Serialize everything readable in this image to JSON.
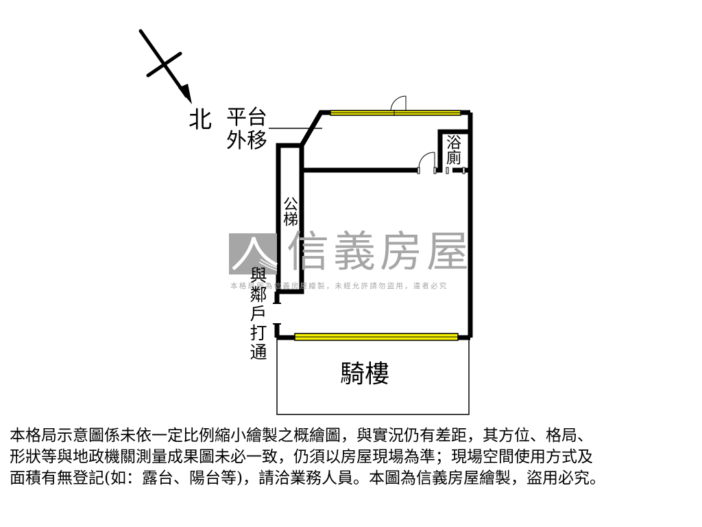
{
  "compass": {
    "label": "北",
    "icon": "north-arrow-icon"
  },
  "annotations": {
    "platform_moved_out": "平台外移",
    "public_stairs": "公梯",
    "bathroom": "浴廁",
    "connected_neighbor": "與鄰戶打通",
    "arcade": "騎樓"
  },
  "watermark": {
    "brand": "信義房屋",
    "notice": "本格局圖為信義房屋繪製，未經允許請勿盜用，違者必究"
  },
  "disclaimer": {
    "lines": [
      "本格局示意圖係未依一定比例縮小繪製之概繪圖，與實況仍有差距，其方位、格局、",
      "形狀等與地政機關測量成果圖未必一致，仍須以房屋現場為準；現場空間使用方式及",
      "面積有無登記(如：露台、陽台等)，請洽業務人員。本圖為信義房屋繪製，盜用必究。"
    ]
  },
  "colors": {
    "wall": "#000000",
    "window": "#f5f000",
    "watermark": "#a6a6a6",
    "background": "#ffffff"
  }
}
